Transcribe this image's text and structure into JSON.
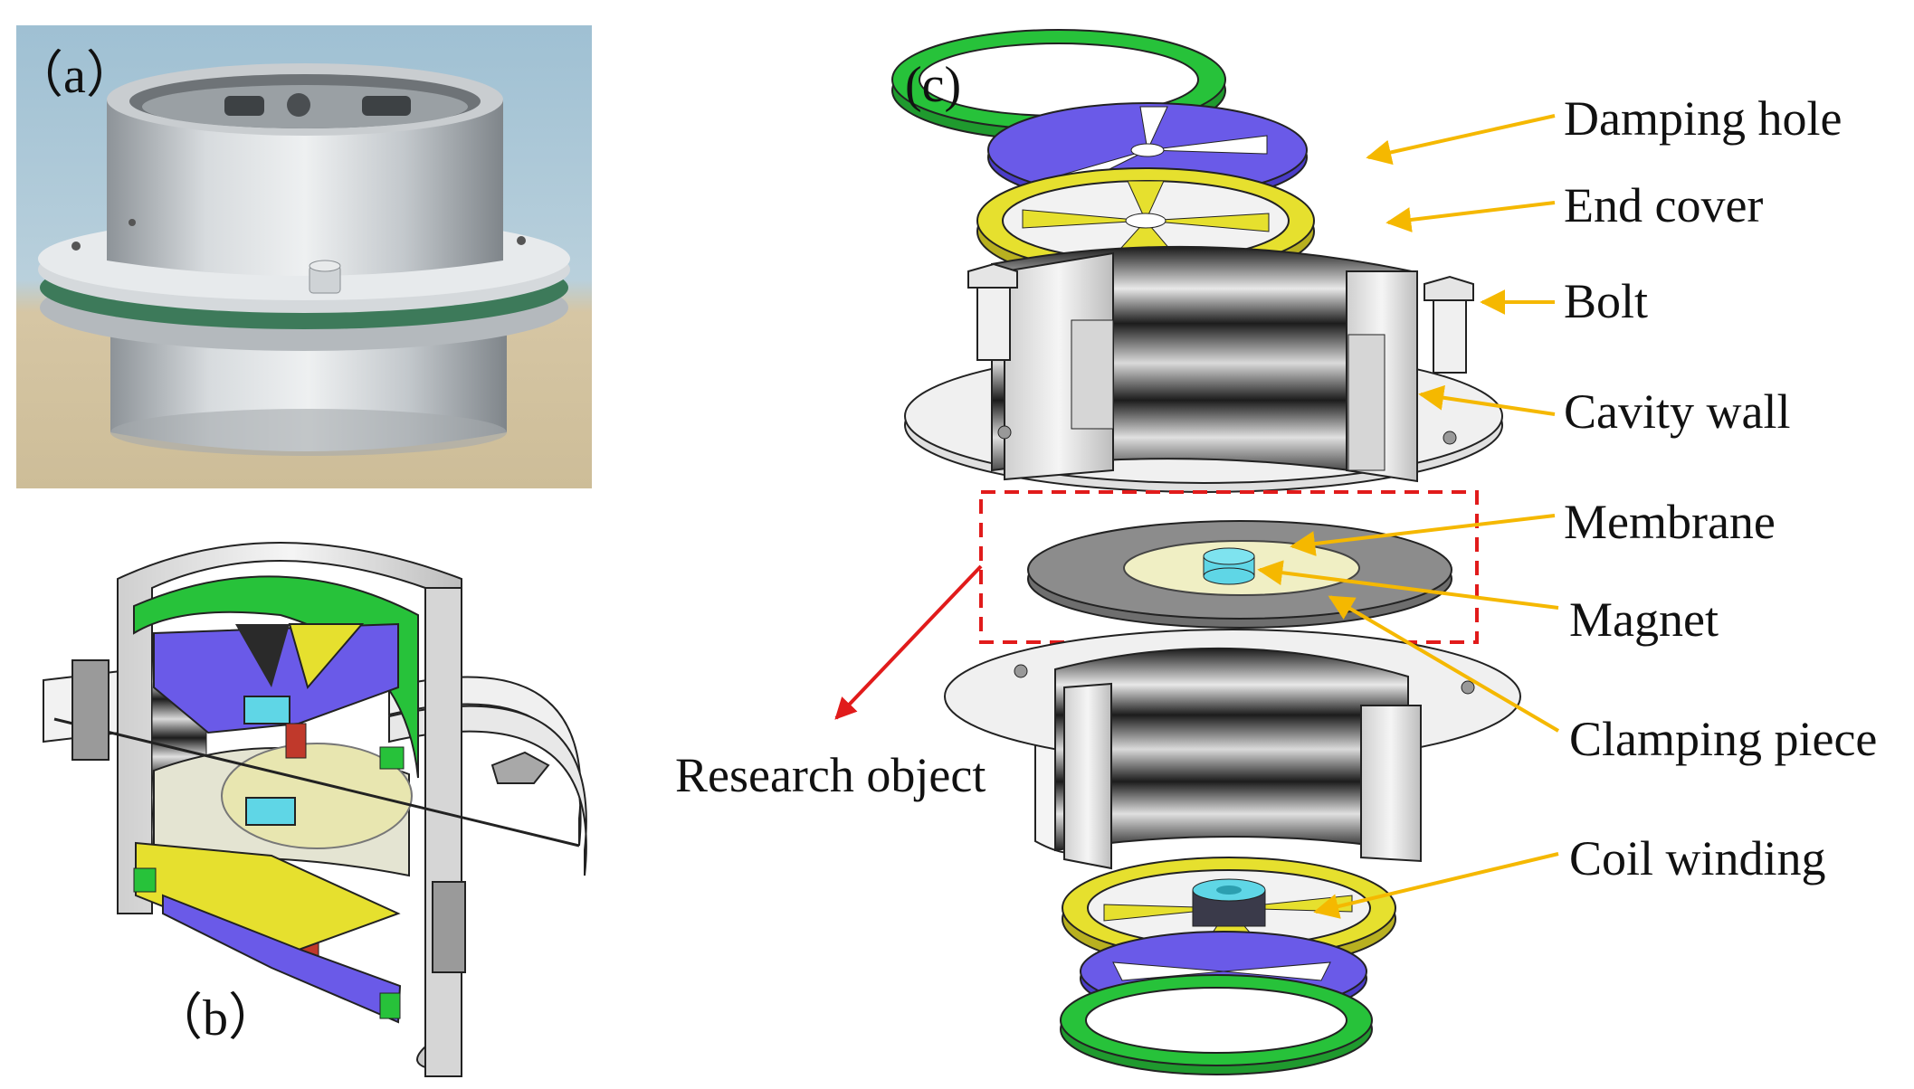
{
  "panels": {
    "a": "（a）",
    "b": "（b）",
    "c": "(c)"
  },
  "callouts": {
    "damping_hole": "Damping hole",
    "end_cover": "End cover",
    "bolt": "Bolt",
    "cavity_wall": "Cavity wall",
    "membrane": "Membrane",
    "magnet": "Magnet",
    "clamping_piece": "Clamping piece",
    "research_object": "Research object",
    "coil_winding": "Coil winding"
  },
  "colors": {
    "leader_line": "#f5b800",
    "research_box": "#e11b1b",
    "ring_green": "#27c23a",
    "disc_blue": "#6a5ae8",
    "cover_yellow": "#e6e02e",
    "magnet_cyan": "#5fd6e6",
    "housing_grey": "#d9d9d9",
    "photo_background": "#a9c6d6",
    "photo_table": "#d8c8a4"
  }
}
